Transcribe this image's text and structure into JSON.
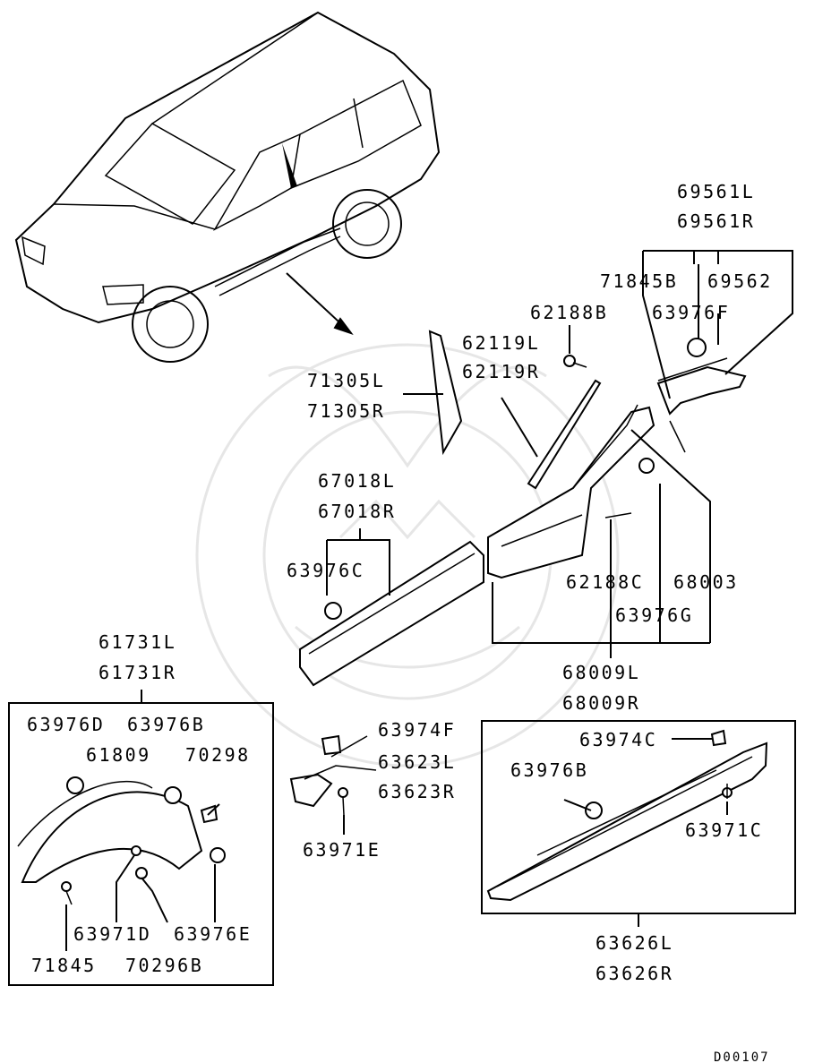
{
  "diagram_code": "D00107",
  "labels": {
    "l_69561L": "69561L",
    "l_69561R": "69561R",
    "l_71845B": "71845B",
    "l_69562": "69562",
    "l_63976F": "63976F",
    "l_62188B": "62188B",
    "l_62119L": "62119L",
    "l_62119R": "62119R",
    "l_71305L": "71305L",
    "l_71305R": "71305R",
    "l_67018L": "67018L",
    "l_67018R": "67018R",
    "l_63976C": "63976C",
    "l_62188C": "62188C",
    "l_68003": "68003",
    "l_63976G": "63976G",
    "l_68009L": "68009L",
    "l_68009R": "68009R",
    "l_61731L": "61731L",
    "l_61731R": "61731R",
    "l_63976D": "63976D",
    "l_63976B_left": "63976B",
    "l_61809": "61809",
    "l_70298": "70298",
    "l_63971D": "63971D",
    "l_63976E": "63976E",
    "l_71845": "71845",
    "l_70296B": "70296B",
    "l_63974F": "63974F",
    "l_63623L": "63623L",
    "l_63623R": "63623R",
    "l_63971E": "63971E",
    "l_63974C": "63974C",
    "l_63976B_right": "63976B",
    "l_63971C": "63971C",
    "l_63626L": "63626L",
    "l_63626R": "63626R"
  }
}
